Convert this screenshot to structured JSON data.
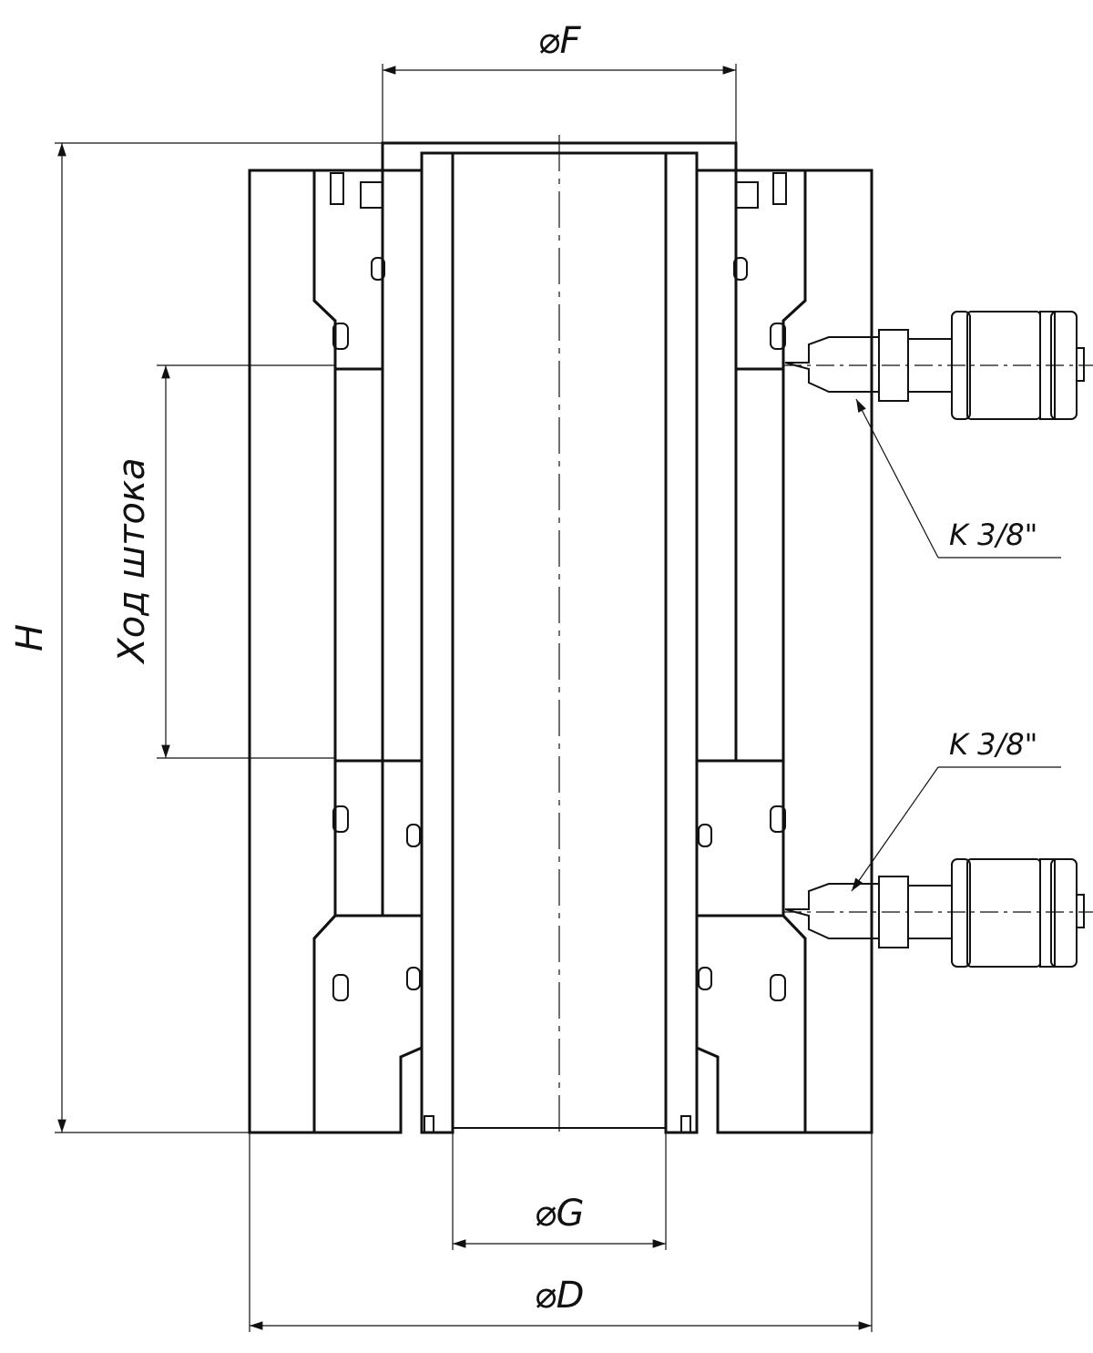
{
  "dimensions": {
    "bore_top": "⌀F",
    "bore_bottom": "⌀G",
    "outer_diameter": "⌀D",
    "height": "H",
    "stroke": "Ход штока"
  },
  "ports": {
    "upper": "K 3/8\"",
    "lower": "K 3/8\""
  }
}
